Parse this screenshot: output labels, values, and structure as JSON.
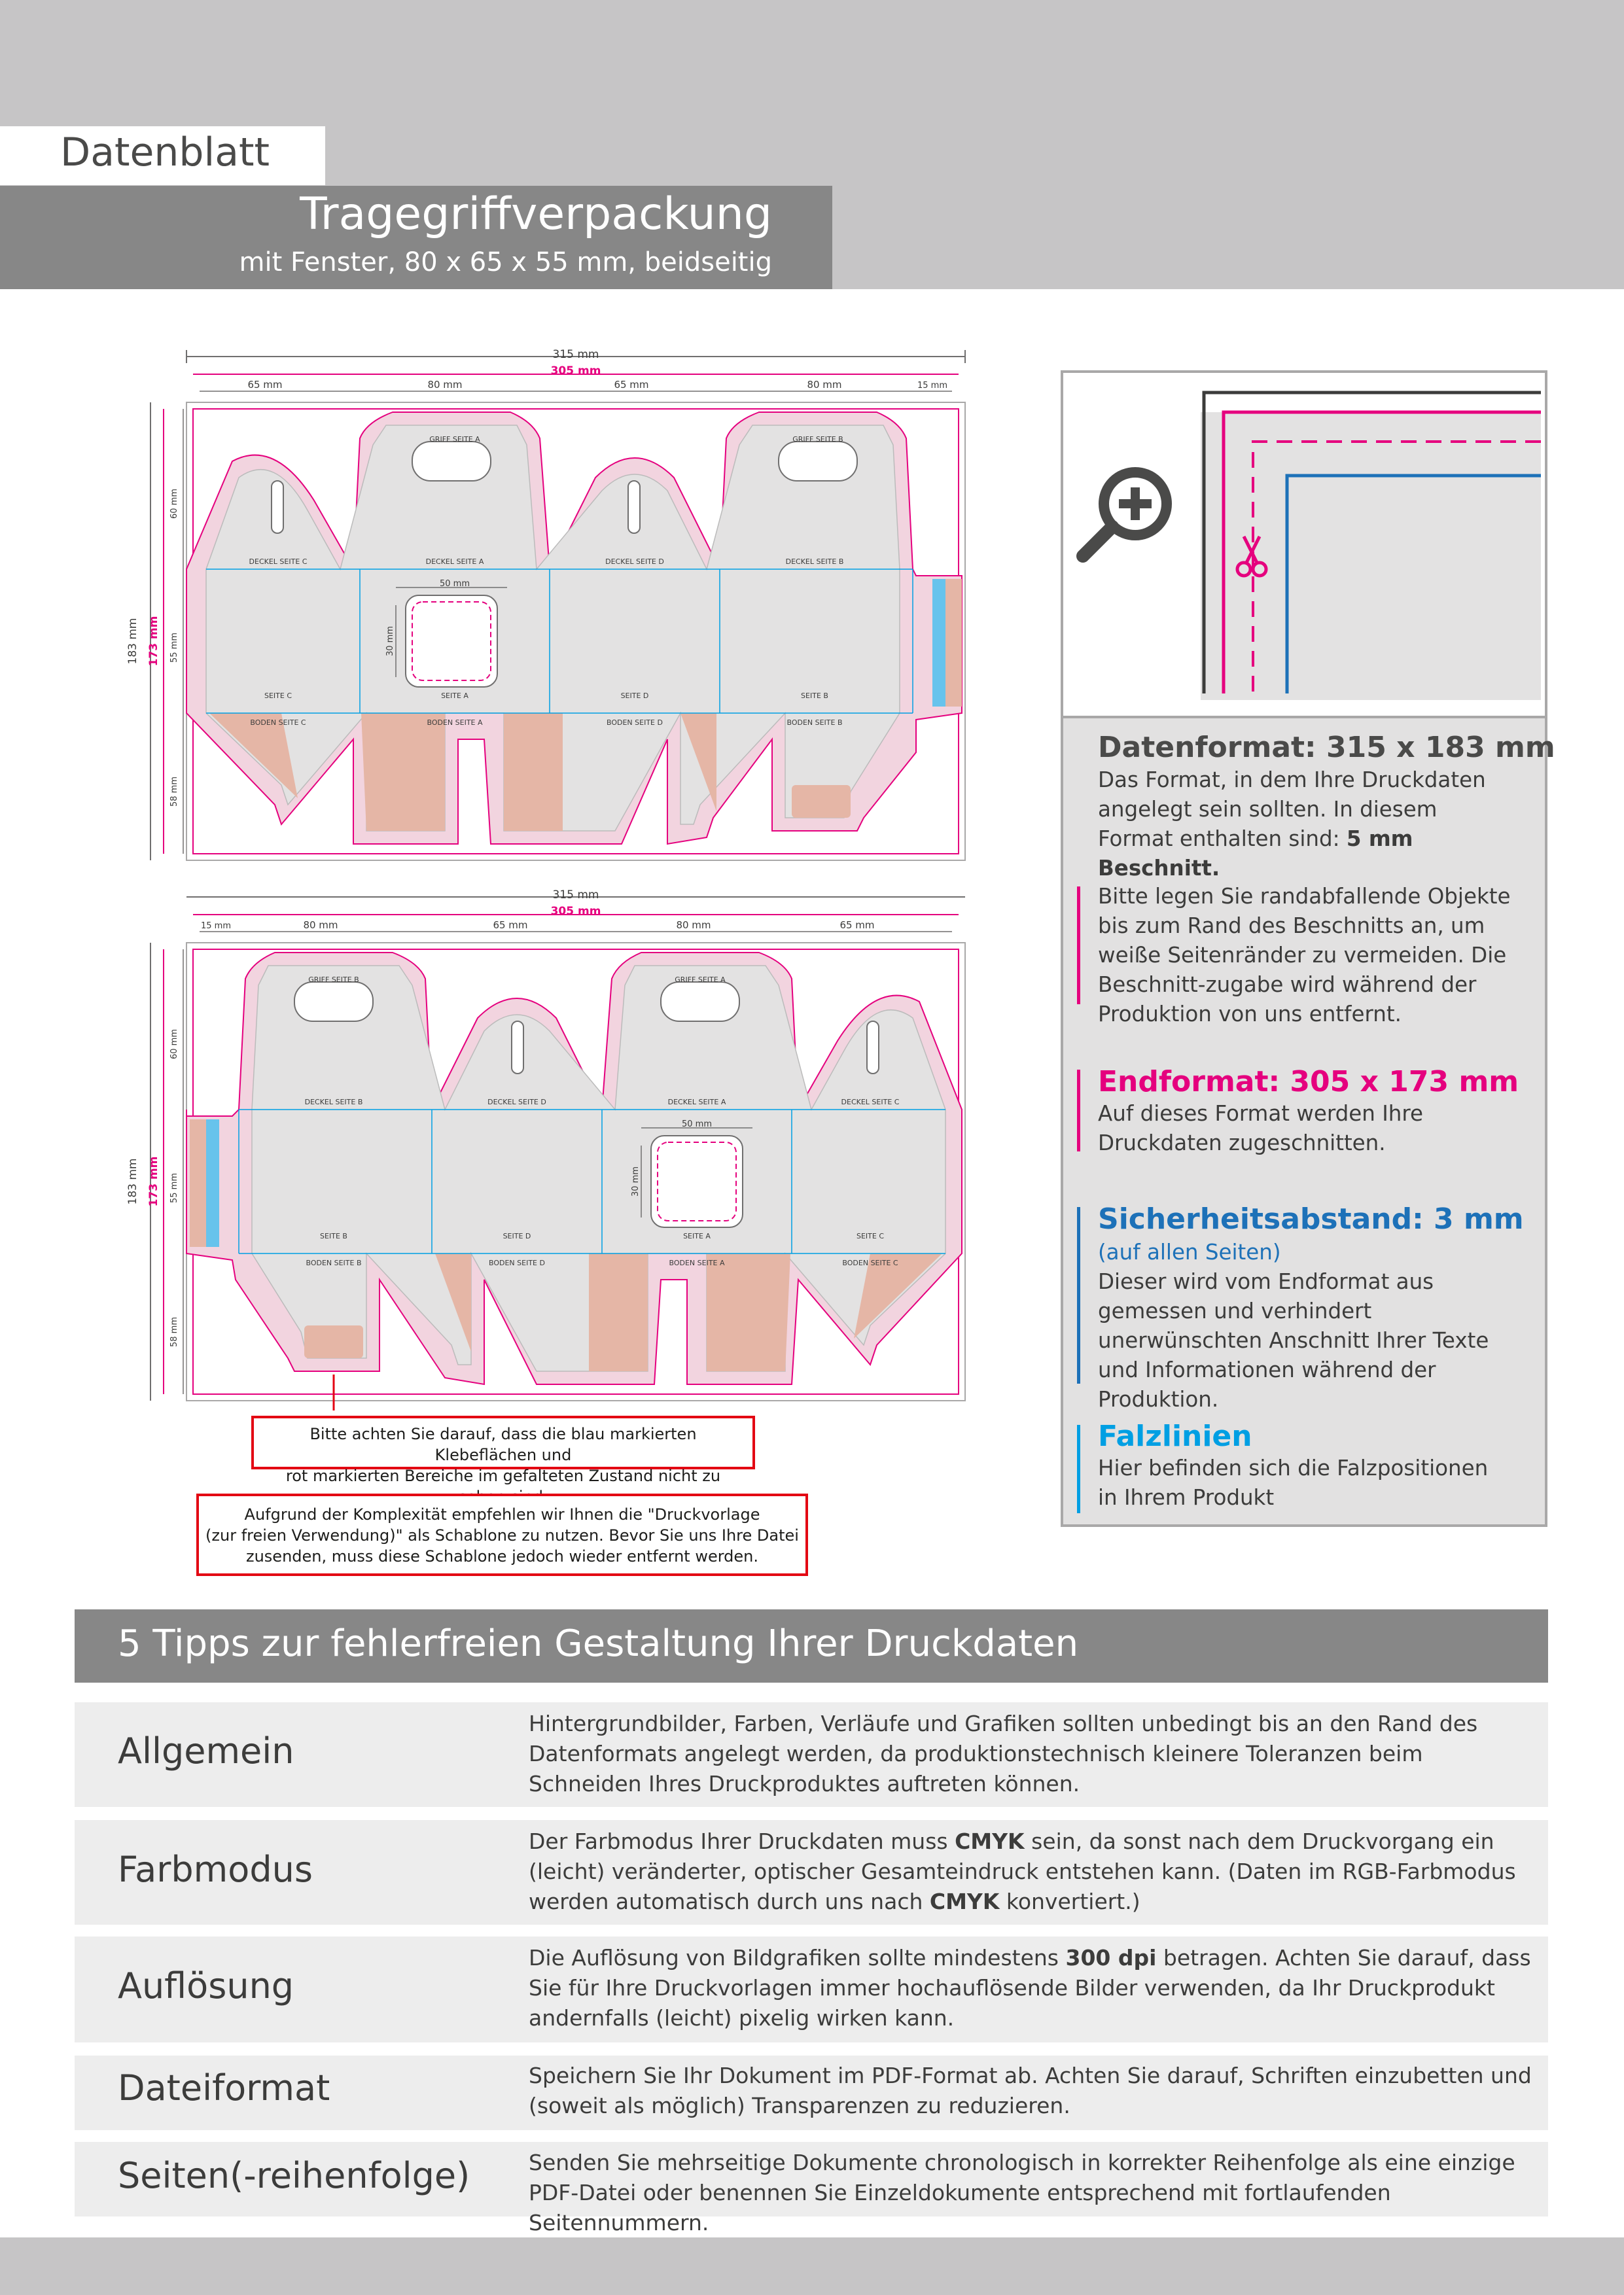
{
  "header": {
    "label": "Datenblatt",
    "title": "Tragegriffverpackung",
    "subtitle": "mit Fenster, 80 x 65 x 55 mm, beidseitig"
  },
  "colors": {
    "band_gray": "#c6c5c6",
    "dark_gray": "#878787",
    "magenta": "#e5007e",
    "blue": "#1d71b8",
    "cyan": "#009fe3",
    "red": "#e30613",
    "glue_salmon": "#e5b6a6",
    "glue_blue": "#67c3ec"
  },
  "diagram1": {
    "dim_total": "315 mm",
    "dim_end": "305 mm",
    "segments": [
      "65 mm",
      "80 mm",
      "65 mm",
      "80 mm",
      "15 mm"
    ],
    "height_total": "183 mm",
    "height_end": "173 mm",
    "v_segments": [
      "60 mm",
      "55 mm",
      "58 mm"
    ],
    "window_w": "50 mm",
    "window_h": "30 mm",
    "griff": [
      "GRIFF SEITE A",
      "GRIFF SEITE B"
    ],
    "deckel": [
      "DECKEL SEITE C",
      "DECKEL SEITE A",
      "DECKEL SEITE D",
      "DECKEL SEITE B"
    ],
    "seite": [
      "SEITE C",
      "SEITE A",
      "SEITE D",
      "SEITE B"
    ],
    "boden": [
      "BODEN SEITE C",
      "BODEN SEITE A",
      "BODEN SEITE D",
      "BODEN SEITE B"
    ]
  },
  "diagram2": {
    "dim_total": "315 mm",
    "dim_end": "305 mm",
    "segments": [
      "15 mm",
      "80 mm",
      "65 mm",
      "80 mm",
      "65 mm"
    ],
    "height_total": "183 mm",
    "height_end": "173 mm",
    "v_segments": [
      "60 mm",
      "55 mm",
      "58 mm"
    ],
    "window_w": "50 mm",
    "window_h": "30 mm",
    "griff": [
      "GRIFF SEITE B",
      "GRIFF SEITE A"
    ],
    "deckel": [
      "DECKEL SEITE B",
      "DECKEL SEITE D",
      "DECKEL SEITE A",
      "DECKEL SEITE C"
    ],
    "seite": [
      "SEITE B",
      "SEITE D",
      "SEITE A",
      "SEITE C"
    ],
    "boden": [
      "BODEN SEITE B",
      "BODEN SEITE D",
      "BODEN SEITE A",
      "BODEN SEITE C"
    ]
  },
  "callouts": {
    "glue_note": [
      "Bitte achten Sie darauf, dass die blau markierten Klebeflächen und",
      "rot markierten Bereiche im gefalteten Zustand nicht zu sehen sind."
    ],
    "template_note": [
      "Aufgrund der Komplexität empfehlen wir Ihnen die \"Druckvorlage",
      "(zur freien Verwendung)\" als Schablone zu nutzen. Bevor Sie uns Ihre Datei",
      "zusenden, muss diese Schablone jedoch wieder entfernt werden."
    ]
  },
  "info": {
    "zoom_icon": "zoom-plus-icon",
    "scissors_icon": "scissors-icon",
    "datenformat_title": "Datenformat: 315 x 183 mm",
    "datenformat_text": "Das Format, in dem Ihre Druckdaten angelegt sein sollten. In diesem Format enthalten sind: ",
    "datenformat_bold": "5 mm Beschnitt.",
    "beschnitt_text": "Bitte legen Sie randabfallende Objekte bis zum Rand des Beschnitts an, um weiße Seitenränder zu vermeiden. Die Beschnitt-zugabe wird während der Produktion von uns entfernt.",
    "endformat_title": "Endformat: 305 x 173 mm",
    "endformat_text": "Auf dieses Format werden Ihre Druckdaten zugeschnitten.",
    "sicherheit_title": "Sicherheitsabstand: 3 mm",
    "sicherheit_sub": "(auf allen Seiten)",
    "sicherheit_text": "Dieser wird vom Endformat aus gemessen und verhindert unerwünschten Anschnitt Ihrer Texte und Informationen während der Produktion.",
    "falz_title": "Falzlinien",
    "falz_text": "Hier befinden sich die Falzpositionen in Ihrem Produkt"
  },
  "tips": {
    "title": "5 Tipps zur fehlerfreien Gestaltung Ihrer Druckdaten",
    "allgemein_label": "Allgemein",
    "allgemein_text": "Hintergrundbilder, Farben, Verläufe und Grafiken sollten unbedingt bis an den Rand des Datenformats angelegt werden, da produktionstechnisch kleinere Toleranzen beim Schneiden Ihres Druckproduktes auftreten können.",
    "farbmodus_label": "Farbmodus",
    "farbmodus_t1": "Der Farbmodus Ihrer Druckdaten muss ",
    "farbmodus_b1": "CMYK",
    "farbmodus_t2": " sein, da sonst nach dem Druckvorgang ein (leicht) veränderter, optischer Gesamteindruck entstehen kann. (Daten im RGB-Farbmodus werden automatisch durch uns nach ",
    "farbmodus_b2": "CMYK",
    "farbmodus_t3": " konvertiert.)",
    "aufloesung_label": "Auflösung",
    "aufloesung_t1": "Die Auflösung von Bildgrafiken sollte mindestens ",
    "aufloesung_b1": "300 dpi",
    "aufloesung_t2": " betragen. Achten Sie darauf, dass Sie für Ihre Druckvorlagen immer hochauflösende Bilder verwenden, da Ihr Druckprodukt andernfalls (leicht) pixelig wirken kann.",
    "dateiformat_label": "Dateiformat",
    "dateiformat_text": "Speichern Sie Ihr Dokument im PDF-Format ab. Achten Sie darauf, Schriften einzubetten und (soweit als möglich) Transparenzen zu reduzieren.",
    "seiten_label": "Seiten(-reihenfolge)",
    "seiten_text": "Senden Sie mehrseitige Dokumente chronologisch in korrekter Reihenfolge als eine einzige PDF-Datei oder benennen Sie Einzeldokumente entsprechend mit fortlaufenden Seitennummern."
  }
}
